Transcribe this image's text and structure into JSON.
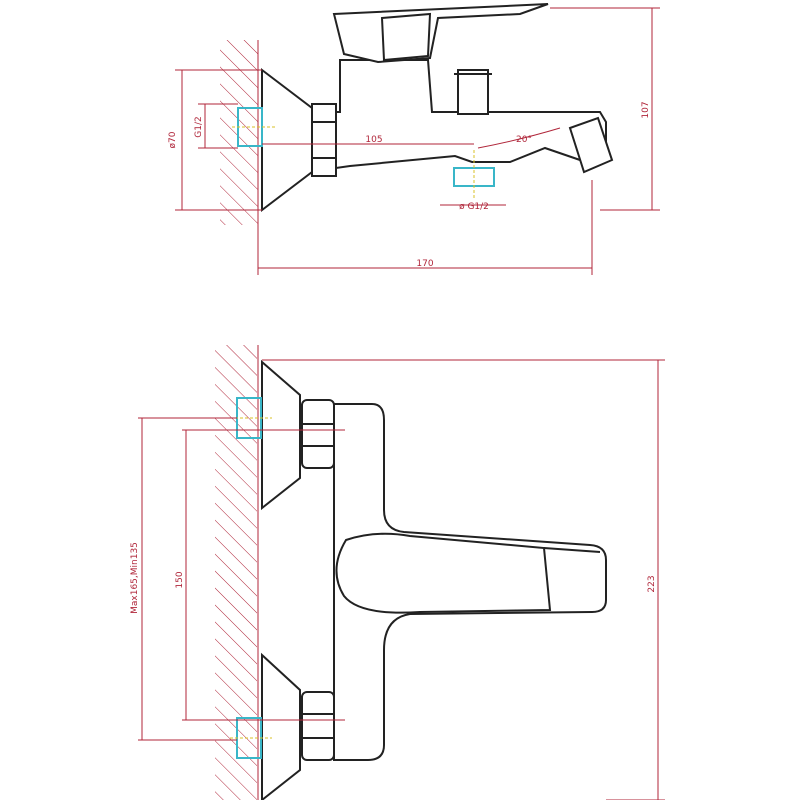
{
  "side_view": {
    "dim_diameter": "ø70",
    "dim_thread_left": "G1/2",
    "dim_spout_reach": "105",
    "dim_angle": "20°",
    "dim_thread_bottom": "ø G1/2",
    "dim_height": "107",
    "dim_length": "170"
  },
  "front_view": {
    "dim_height": "223",
    "dim_centers": "150",
    "dim_range": "Max165,Min135"
  },
  "colors": {
    "dimension": "#b0263a",
    "outline": "#222222",
    "thread": "#39b6c8",
    "centerline": "#d9c227"
  }
}
